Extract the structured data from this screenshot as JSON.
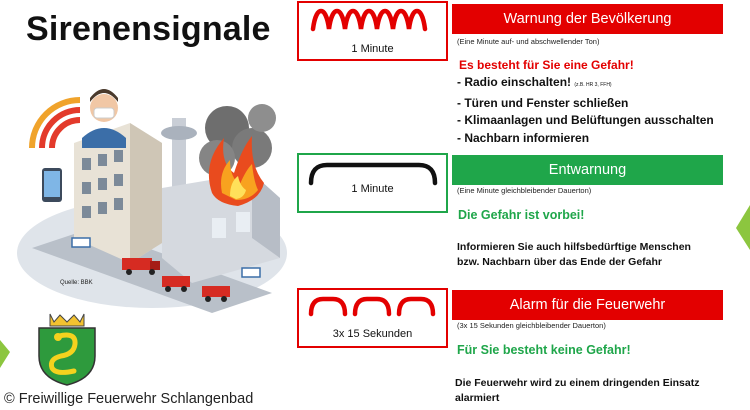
{
  "page": {
    "title": "Sirenensignale",
    "source": "Quelle: BBK",
    "copyright": "© Freiwillige Feuerwehr Schlangenbad",
    "colors": {
      "red": "#e30000",
      "green": "#1fa64a",
      "accent_green": "#8cc63f"
    }
  },
  "warning": {
    "signal_label": "1 Minute",
    "header": "Warnung der Bevölkerung",
    "subtitle": "(Eine Minute auf- und abschwellender Ton)",
    "alert": "Es besteht für Sie eine Gefahr!",
    "steps": [
      "- Radio einschalten!",
      "- Türen und Fenster schließen",
      "- Klimaanlagen und Belüftungen ausschalten",
      "- Nachbarn informieren"
    ],
    "radio_note": "(z.B. HR 3, FFH)"
  },
  "all_clear": {
    "signal_label": "1 Minute",
    "header": "Entwarnung",
    "subtitle": "(Eine Minute gleichbleibender Dauerton)",
    "alert": "Die Gefahr ist vorbei!",
    "text_line1": "Informieren Sie auch hilfsbedürftige Menschen",
    "text_line2": "bzw. Nachbarn über das Ende der Gefahr"
  },
  "fire_alarm": {
    "signal_label": "3x 15 Sekunden",
    "header": "Alarm für die Feuerwehr",
    "subtitle": "(3x 15 Sekunden gleichbleibender Dauerton)",
    "alert": "Für Sie besteht keine Gefahr!",
    "text_line1": "Die Feuerwehr wird zu einem dringenden Einsatz",
    "text_line2": "alarmiert"
  }
}
